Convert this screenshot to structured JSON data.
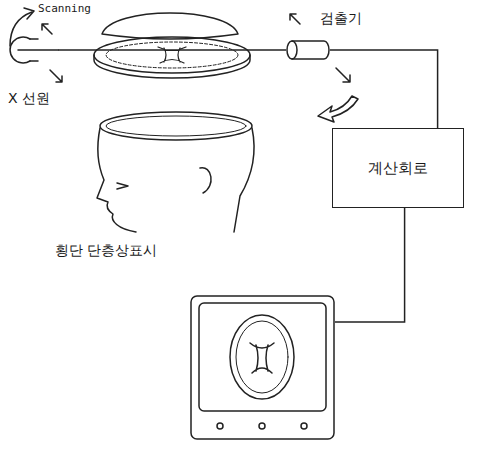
{
  "diagram": {
    "nodes": [
      {
        "text": [
          "X 선원"
        ]
      },
      {
        "text": [
          "검출기"
        ]
      },
      {
        "text": [
          "계산회로"
        ]
      },
      {
        "text": [
          "횡단 단층상표시"
        ]
      }
    ],
    "edges": [
      {
        "from": 0,
        "to": 1,
        "arrow": "none"
      },
      {
        "from": 1,
        "to": 2,
        "arrow": "none"
      },
      {
        "from": 2,
        "to": 3,
        "arrow": "none"
      }
    ],
    "labels": [
      "Scanning"
    ]
  }
}
